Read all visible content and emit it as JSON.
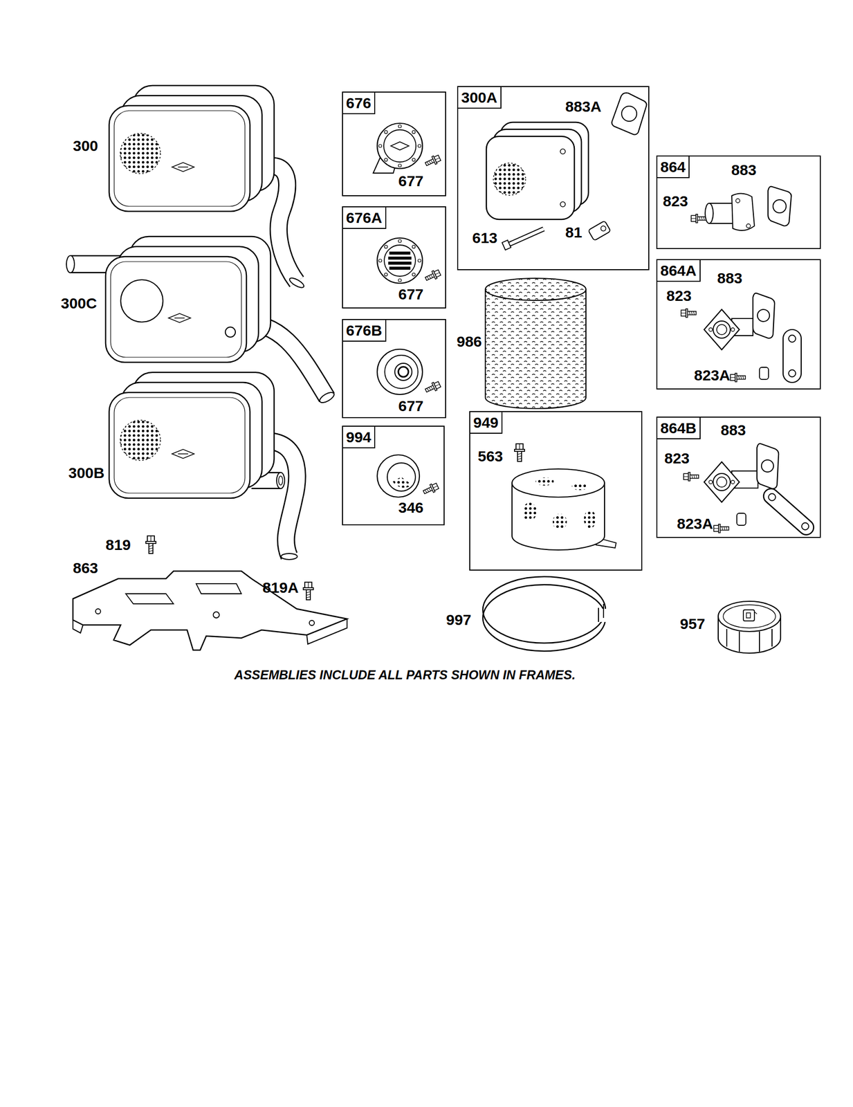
{
  "diagram": {
    "caption": "ASSEMBLIES INCLUDE ALL PARTS SHOWN IN FRAMES.",
    "nodes": [
      {
        "text": [
          "676",
          "677"
        ]
      },
      {
        "text": [
          "676A",
          "677"
        ]
      },
      {
        "text": [
          "676B",
          "677"
        ]
      },
      {
        "text": [
          "994",
          "346"
        ]
      },
      {
        "text": [
          "300A",
          "883A",
          "613",
          "81"
        ]
      },
      {
        "text": [
          "949",
          "563"
        ]
      },
      {
        "text": [
          "864",
          "883",
          "823"
        ]
      },
      {
        "text": [
          "864A",
          "883",
          "823",
          "823A"
        ]
      },
      {
        "text": [
          "864B",
          "883",
          "823",
          "823A"
        ]
      }
    ],
    "labels": [
      "300",
      "300C",
      "300B",
      "819",
      "863",
      "819A",
      "986",
      "997",
      "957"
    ]
  }
}
